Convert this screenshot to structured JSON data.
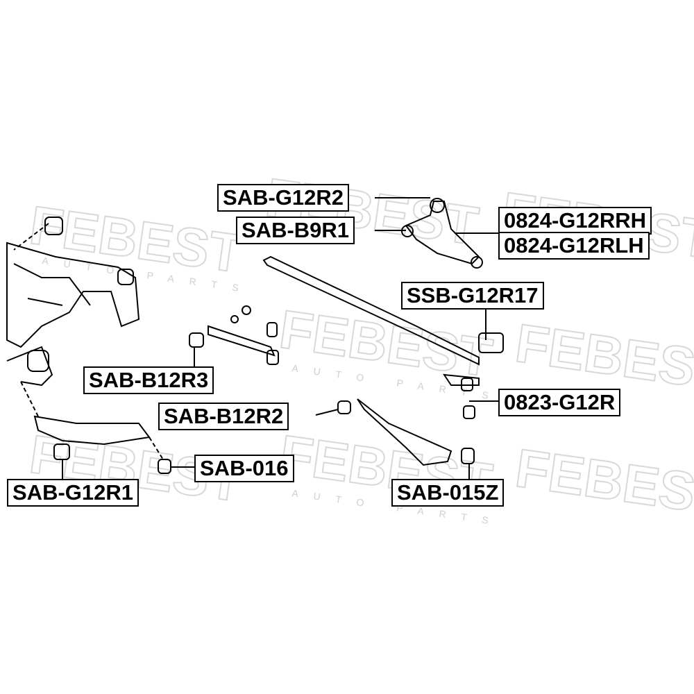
{
  "watermark": {
    "brand": "FEBEST",
    "sub": "AUTO PARTS"
  },
  "labels": {
    "sab_g12r2": "SAB-G12R2",
    "sab_b9r1": "SAB-B9R1",
    "rrh": "0824-G12RRH",
    "rlh": "0824-G12RLH",
    "ssb_g12r17": "SSB-G12R17",
    "sab_b12r3": "SAB-B12R3",
    "g0823": "0823-G12R",
    "sab_b12r2": "SAB-B12R2",
    "sab_016": "SAB-016",
    "sab_g12r1": "SAB-G12R1",
    "sab_015z": "SAB-015Z"
  }
}
